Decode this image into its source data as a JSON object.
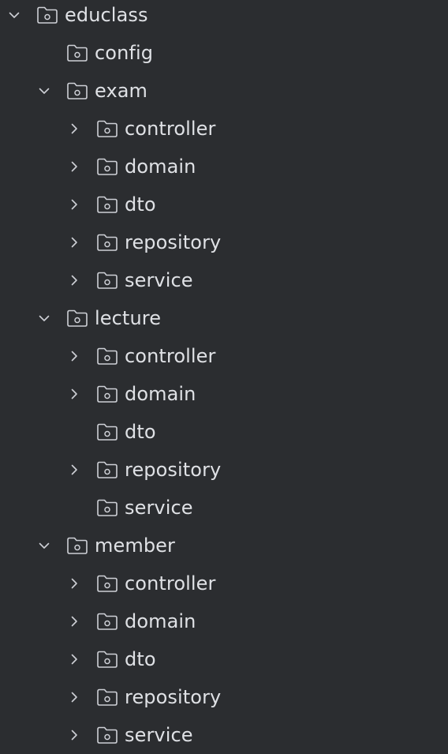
{
  "tree": [
    {
      "label": "educlass",
      "depth": 0,
      "state": "expanded"
    },
    {
      "label": "config",
      "depth": 1,
      "state": "none"
    },
    {
      "label": "exam",
      "depth": 1,
      "state": "expanded"
    },
    {
      "label": "controller",
      "depth": 2,
      "state": "collapsed"
    },
    {
      "label": "domain",
      "depth": 2,
      "state": "collapsed"
    },
    {
      "label": "dto",
      "depth": 2,
      "state": "collapsed"
    },
    {
      "label": "repository",
      "depth": 2,
      "state": "collapsed"
    },
    {
      "label": "service",
      "depth": 2,
      "state": "collapsed"
    },
    {
      "label": "lecture",
      "depth": 1,
      "state": "expanded"
    },
    {
      "label": "controller",
      "depth": 2,
      "state": "collapsed"
    },
    {
      "label": "domain",
      "depth": 2,
      "state": "collapsed"
    },
    {
      "label": "dto",
      "depth": 2,
      "state": "none"
    },
    {
      "label": "repository",
      "depth": 2,
      "state": "collapsed"
    },
    {
      "label": "service",
      "depth": 2,
      "state": "none"
    },
    {
      "label": "member",
      "depth": 1,
      "state": "expanded"
    },
    {
      "label": "controller",
      "depth": 2,
      "state": "collapsed"
    },
    {
      "label": "domain",
      "depth": 2,
      "state": "collapsed"
    },
    {
      "label": "dto",
      "depth": 2,
      "state": "collapsed"
    },
    {
      "label": "repository",
      "depth": 2,
      "state": "collapsed"
    },
    {
      "label": "service",
      "depth": 2,
      "state": "collapsed"
    }
  ],
  "colors": {
    "background": "#2b2d30",
    "text": "#dfe1e5",
    "icon": "#ced0d6"
  },
  "icons": {
    "expanded": "chevron-down-icon",
    "collapsed": "chevron-right-icon",
    "folder": "package-folder-icon"
  }
}
